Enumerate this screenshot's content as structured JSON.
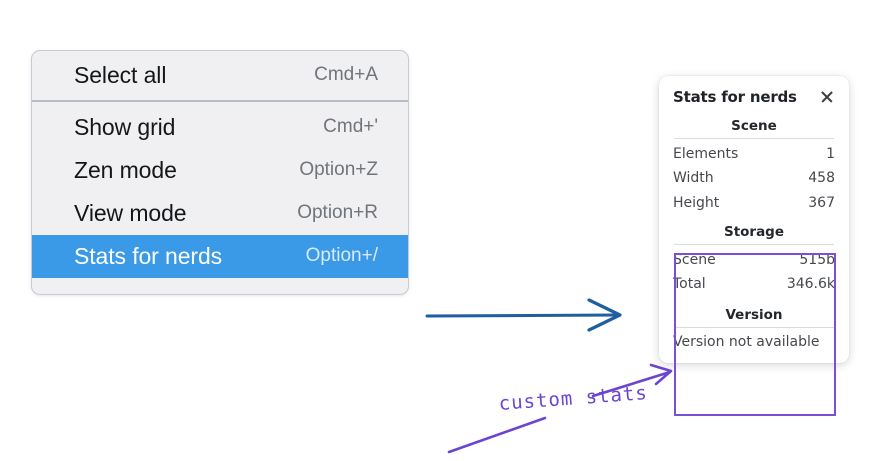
{
  "menu": {
    "groups": [
      {
        "items": [
          {
            "label": "Select all",
            "shortcut": "Cmd+A",
            "selected": false
          }
        ]
      },
      {
        "items": [
          {
            "label": "Show grid",
            "shortcut": "Cmd+'",
            "selected": false
          },
          {
            "label": "Zen mode",
            "shortcut": "Option+Z",
            "selected": false
          },
          {
            "label": "View mode",
            "shortcut": "Option+R",
            "selected": false
          },
          {
            "label": "Stats for nerds",
            "shortcut": "Option+/",
            "selected": true
          }
        ]
      }
    ],
    "highlight_color": "#3b9ae8"
  },
  "stats_panel": {
    "title": "Stats for nerds",
    "close_icon": "close-icon",
    "sections": [
      {
        "title": "Scene",
        "rows": [
          {
            "key": "Elements",
            "value": "1"
          },
          {
            "key": "Width",
            "value": "458"
          },
          {
            "key": "Height",
            "value": "367"
          }
        ]
      },
      {
        "title": "Storage",
        "rows": [
          {
            "key": "Scene",
            "value": "515b"
          },
          {
            "key": "Total",
            "value": "346.6k"
          }
        ]
      },
      {
        "title": "Version",
        "single_line": "Version not available"
      }
    ]
  },
  "annotations": {
    "handwritten_label": "custom stats",
    "handwriting_color": "#6b45d0",
    "blue_arrow_color": "#1f5fa0",
    "purple_box_color": "#7a4fd6"
  }
}
